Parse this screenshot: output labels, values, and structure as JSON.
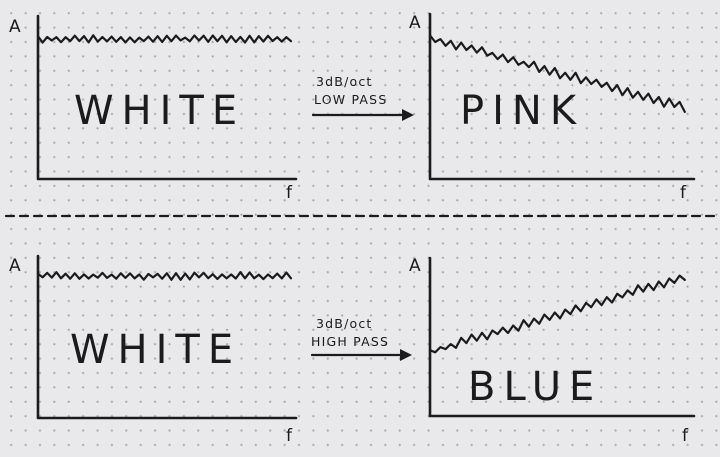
{
  "panels": {
    "top_left": {
      "y_label": "A",
      "x_label": "f",
      "noise_label": "WHITE"
    },
    "top_right": {
      "y_label": "A",
      "x_label": "f",
      "noise_label": "PINK"
    },
    "bottom_left": {
      "y_label": "A",
      "x_label": "f",
      "noise_label": "WHITE"
    },
    "bottom_right": {
      "y_label": "A",
      "x_label": "f",
      "noise_label": "BLUE"
    }
  },
  "filters": {
    "top": {
      "line1": "3dB/oct",
      "line2": "LOW PASS"
    },
    "bottom": {
      "line1": "3dB/oct",
      "line2": "HIGH PASS"
    }
  },
  "ink_color": "#1b1b1b"
}
